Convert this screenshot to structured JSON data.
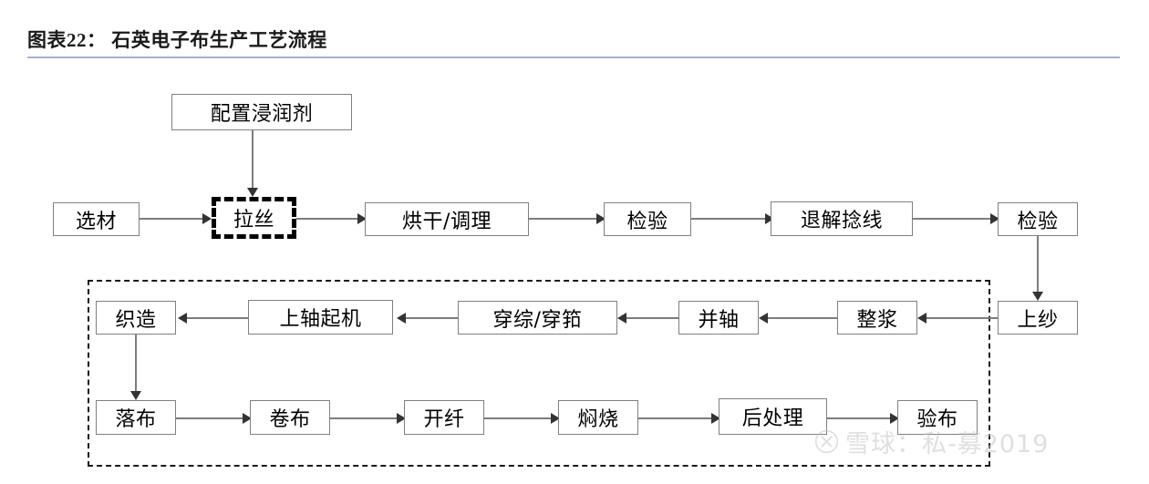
{
  "figure": {
    "label": "图表22：",
    "title": "石英电子布生产工艺流程",
    "full_title": "图表22：  石英电子布生产工艺流程",
    "rule_color": "#9fb3cc"
  },
  "colors": {
    "node_border": "#808080",
    "node_fill": "#ffffff",
    "connector": "#7d7d7d",
    "highlight_border": "#000000",
    "group_border": "#1a1a1a",
    "text": "#000000",
    "watermark": "#c6c6c6"
  },
  "nodes": {
    "sizing_agent": "配置浸润剂",
    "material_selection": "选材",
    "drawing": "拉丝",
    "drying_conditioning": "烘干/调理",
    "inspection_1": "检验",
    "unwinding_twisting": "退解捻线",
    "inspection_2": "检验",
    "yarn_feeding": "上纱",
    "sizing": "整浆",
    "beaming": "并轴",
    "drawing_in_reeding": "穿综/穿筘",
    "beam_mounting": "上轴起机",
    "weaving": "织造",
    "cloth_doffing": "落布",
    "cloth_rolling": "卷布",
    "fiber_opening": "开纤",
    "heat_cleaning": "焖烧",
    "post_treatment": "后处理",
    "cloth_inspection": "验布"
  },
  "watermark": {
    "text": "雪球：私-募2019",
    "logo": "xueqiu-circle-x-logo"
  },
  "chart_data": {
    "type": "diagram",
    "title": "石英电子布生产工艺流程",
    "diagram_kind": "process-flowchart",
    "steps": [
      "配置浸润剂",
      "选材",
      "拉丝",
      "烘干/调理",
      "检验",
      "退解捻线",
      "检验",
      "上纱",
      "整浆",
      "并轴",
      "穿综/穿筘",
      "上轴起机",
      "织造",
      "落布",
      "卷布",
      "开纤",
      "焖烧",
      "后处理",
      "验布"
    ],
    "edges": [
      {
        "from": "配置浸润剂",
        "to": "拉丝",
        "direction": "down"
      },
      {
        "from": "选材",
        "to": "拉丝",
        "direction": "right"
      },
      {
        "from": "拉丝",
        "to": "烘干/调理",
        "direction": "right"
      },
      {
        "from": "烘干/调理",
        "to": "检验",
        "direction": "right"
      },
      {
        "from": "检验",
        "to": "退解捻线",
        "direction": "right"
      },
      {
        "from": "退解捻线",
        "to": "检验",
        "direction": "right"
      },
      {
        "from": "检验",
        "to": "上纱",
        "direction": "down"
      },
      {
        "from": "上纱",
        "to": "整浆",
        "direction": "left"
      },
      {
        "from": "整浆",
        "to": "并轴",
        "direction": "left"
      },
      {
        "from": "并轴",
        "to": "穿综/穿筘",
        "direction": "left"
      },
      {
        "from": "穿综/穿筘",
        "to": "上轴起机",
        "direction": "left"
      },
      {
        "from": "上轴起机",
        "to": "织造",
        "direction": "left"
      },
      {
        "from": "织造",
        "to": "落布",
        "direction": "down"
      },
      {
        "from": "落布",
        "to": "卷布",
        "direction": "right"
      },
      {
        "from": "卷布",
        "to": "开纤",
        "direction": "right"
      },
      {
        "from": "开纤",
        "to": "焖烧",
        "direction": "right"
      },
      {
        "from": "焖烧",
        "to": "后处理",
        "direction": "right"
      },
      {
        "from": "后处理",
        "to": "验布",
        "direction": "right"
      }
    ],
    "highlighted_steps": [
      "拉丝"
    ],
    "grouped_steps": [
      "织造",
      "上轴起机",
      "穿综/穿筘",
      "并轴",
      "整浆",
      "落布",
      "卷布",
      "开纤",
      "焖烧",
      "后处理",
      "验布"
    ]
  }
}
